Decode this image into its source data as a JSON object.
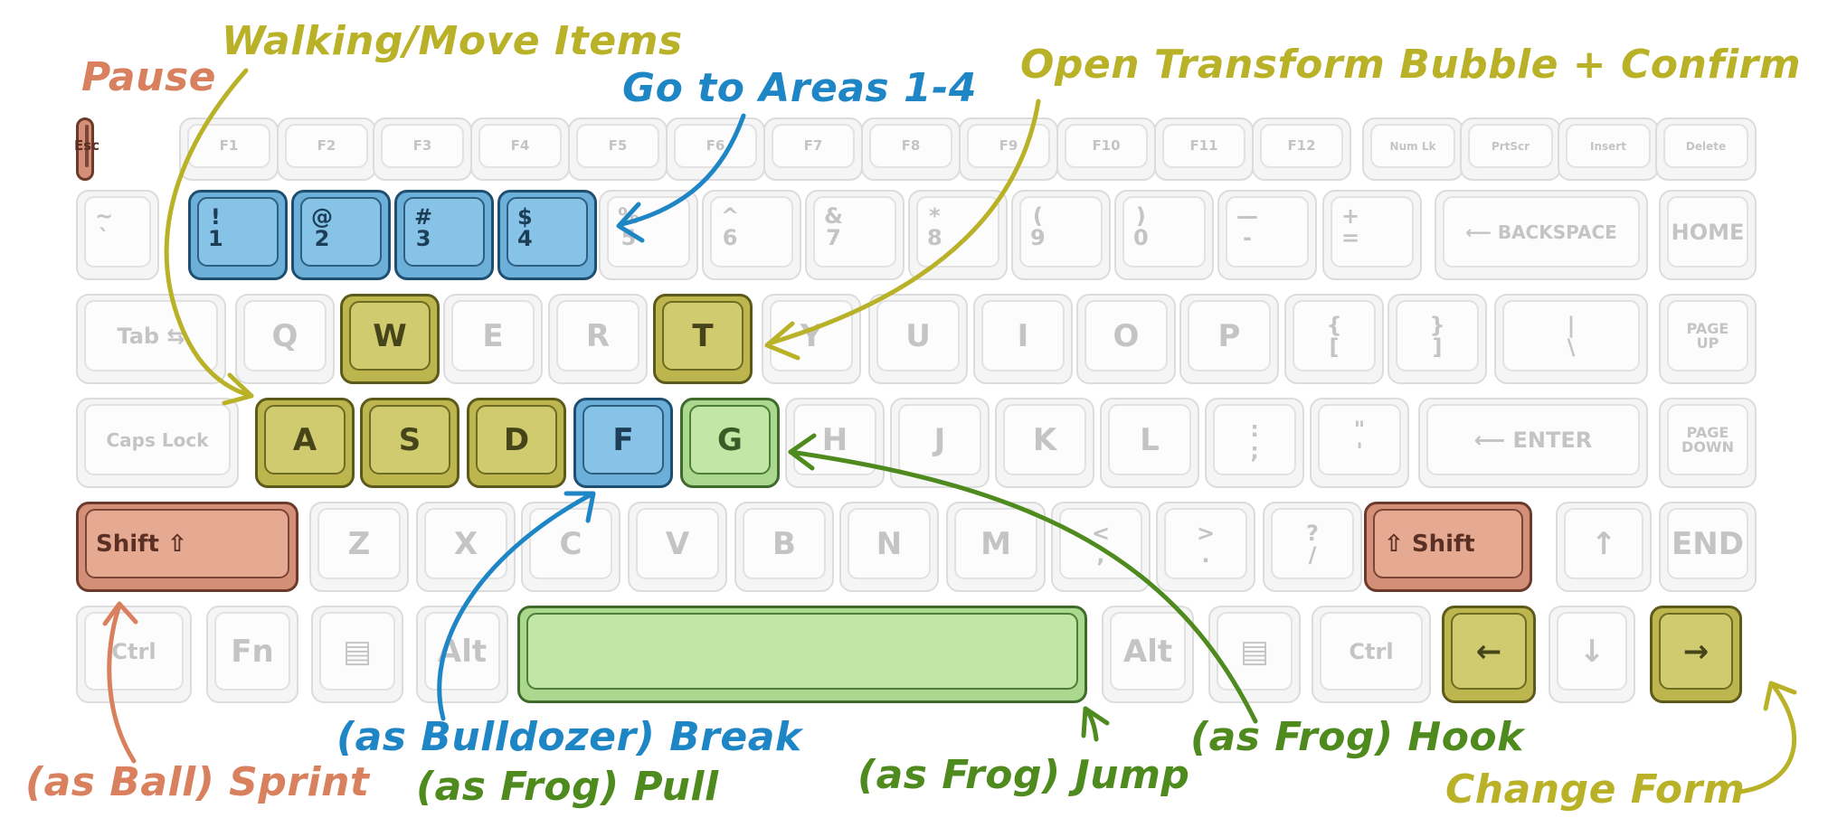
{
  "colors": {
    "olive": "#b9b228",
    "blue": "#1f86c6",
    "salmon": "#d9805f",
    "green": "#4e8a1e",
    "key_off": "#f5f5f5"
  },
  "annotations": {
    "pause": "Pause",
    "walking": "Walking/Move Items",
    "areas": "Go to Areas 1-4",
    "transform": "Open Transform Bubble + Confirm",
    "ball_sprint": "(as Ball) Sprint",
    "bulldozer_break": "(as Bulldozer) Break",
    "frog_pull": "(as Frog) Pull",
    "frog_jump": "(as Frog) Jump",
    "frog_hook": "(as Frog) Hook",
    "change_form": "Change Form"
  },
  "keyboard": {
    "rows": [
      [
        {
          "label": "Esc",
          "style": "salmon"
        },
        {
          "label": "F1",
          "style": "off"
        },
        {
          "label": "F2",
          "style": "off"
        },
        {
          "label": "F3",
          "style": "off"
        },
        {
          "label": "F4",
          "style": "off"
        },
        {
          "label": "F5",
          "style": "off"
        },
        {
          "label": "F6",
          "style": "off"
        },
        {
          "label": "F7",
          "style": "off"
        },
        {
          "label": "F8",
          "style": "off"
        },
        {
          "label": "F9",
          "style": "off"
        },
        {
          "label": "F10",
          "style": "off"
        },
        {
          "label": "F11",
          "style": "off"
        },
        {
          "label": "F12",
          "style": "off"
        },
        {
          "label": "Num Lk",
          "style": "off"
        },
        {
          "label": "PrtScr",
          "style": "off"
        },
        {
          "label": "Insert",
          "style": "off"
        },
        {
          "label": "Delete",
          "style": "off"
        }
      ],
      [
        {
          "label": "~\n`",
          "style": "off"
        },
        {
          "label": "!\n1",
          "style": "blue"
        },
        {
          "label": "@\n2",
          "style": "blue"
        },
        {
          "label": "#\n3",
          "style": "blue"
        },
        {
          "label": "$\n4",
          "style": "blue"
        },
        {
          "label": "%\n5",
          "style": "off"
        },
        {
          "label": "^\n6",
          "style": "off"
        },
        {
          "label": "&\n7",
          "style": "off"
        },
        {
          "label": "*\n8",
          "style": "off"
        },
        {
          "label": "(\n9",
          "style": "off"
        },
        {
          "label": ")\n0",
          "style": "off"
        },
        {
          "label": "—\n-",
          "style": "off"
        },
        {
          "label": "+\n=",
          "style": "off"
        },
        {
          "label": "⟵ BACKSPACE",
          "style": "off"
        },
        {
          "label": "HOME",
          "style": "off"
        }
      ],
      [
        {
          "label": "Tab ⇆",
          "style": "off"
        },
        {
          "label": "Q",
          "style": "off"
        },
        {
          "label": "W",
          "style": "olive"
        },
        {
          "label": "E",
          "style": "off"
        },
        {
          "label": "R",
          "style": "off"
        },
        {
          "label": "T",
          "style": "olive"
        },
        {
          "label": "Y",
          "style": "off"
        },
        {
          "label": "U",
          "style": "off"
        },
        {
          "label": "I",
          "style": "off"
        },
        {
          "label": "O",
          "style": "off"
        },
        {
          "label": "P",
          "style": "off"
        },
        {
          "label": "{\n[",
          "style": "off"
        },
        {
          "label": "}\n]",
          "style": "off"
        },
        {
          "label": "|\n\\",
          "style": "off"
        },
        {
          "label": "PAGE\nUP",
          "style": "off"
        }
      ],
      [
        {
          "label": "Caps Lock",
          "style": "off"
        },
        {
          "label": "A",
          "style": "olive"
        },
        {
          "label": "S",
          "style": "olive"
        },
        {
          "label": "D",
          "style": "olive"
        },
        {
          "label": "F",
          "style": "blue"
        },
        {
          "label": "G",
          "style": "green"
        },
        {
          "label": "H",
          "style": "off"
        },
        {
          "label": "J",
          "style": "off"
        },
        {
          "label": "K",
          "style": "off"
        },
        {
          "label": "L",
          "style": "off"
        },
        {
          "label": ":\n;",
          "style": "off"
        },
        {
          "label": "\"\n'",
          "style": "off"
        },
        {
          "label": "⟵ ENTER",
          "style": "off"
        },
        {
          "label": "PAGE\nDOWN",
          "style": "off"
        }
      ],
      [
        {
          "label": "Shift ⇧",
          "style": "salmon"
        },
        {
          "label": "Z",
          "style": "off"
        },
        {
          "label": "X",
          "style": "off"
        },
        {
          "label": "C",
          "style": "off"
        },
        {
          "label": "V",
          "style": "off"
        },
        {
          "label": "B",
          "style": "off"
        },
        {
          "label": "N",
          "style": "off"
        },
        {
          "label": "M",
          "style": "off"
        },
        {
          "label": "<\n,",
          "style": "off"
        },
        {
          "label": ">\n.",
          "style": "off"
        },
        {
          "label": "?\n/",
          "style": "off"
        },
        {
          "label": "⇧ Shift",
          "style": "salmon"
        },
        {
          "label": "↑",
          "style": "off"
        },
        {
          "label": "END",
          "style": "off"
        }
      ],
      [
        {
          "label": "Ctrl",
          "style": "off"
        },
        {
          "label": "Fn",
          "style": "off"
        },
        {
          "label": "▤",
          "style": "off"
        },
        {
          "label": "Alt",
          "style": "off"
        },
        {
          "label": "",
          "style": "green"
        },
        {
          "label": "Alt",
          "style": "off"
        },
        {
          "label": "▤",
          "style": "off"
        },
        {
          "label": "Ctrl",
          "style": "off"
        },
        {
          "label": "←",
          "style": "olive"
        },
        {
          "label": "↓",
          "style": "off"
        },
        {
          "label": "→",
          "style": "olive"
        }
      ]
    ]
  }
}
